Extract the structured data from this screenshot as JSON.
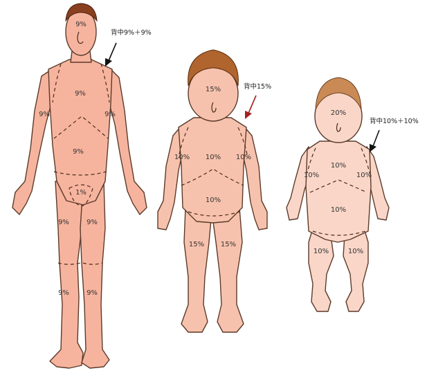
{
  "adult": {
    "head": "9%",
    "chest": "9%",
    "abdomen": "9%",
    "left_arm": "9%",
    "right_arm": "9%",
    "genital": "1%",
    "left_thigh": "9%",
    "right_thigh": "9%",
    "left_leg": "9%",
    "right_leg": "9%",
    "back_label": "背中9%＋9%"
  },
  "child": {
    "head": "15%",
    "chest": "10%",
    "abdomen": "10%",
    "left_arm": "10%",
    "right_arm": "10%",
    "left_leg": "15%",
    "right_leg": "15%",
    "back_label": "背中15%"
  },
  "infant": {
    "head": "20%",
    "chest": "10%",
    "abdomen": "10%",
    "left_arm": "10%",
    "right_arm": "10%",
    "left_leg": "10%",
    "right_leg": "10%",
    "back_label": "背中10%＋10%"
  }
}
